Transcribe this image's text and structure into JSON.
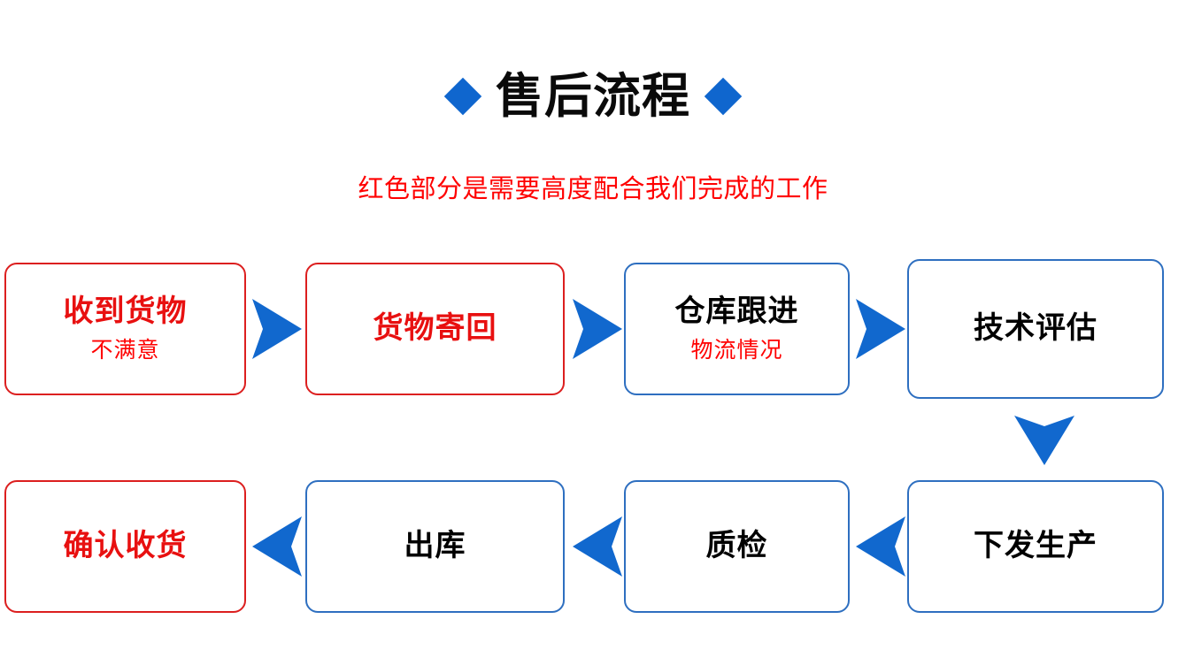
{
  "header": {
    "title": "售后流程",
    "left_diamond": "diamond-icon",
    "right_diamond": "diamond-icon",
    "subtitle": "红色部分是需要高度配合我们完成的工作",
    "title_color": "#0a0a0a",
    "subtitle_color": "#FF0000",
    "accent_blue": "#0F66CE"
  },
  "colors": {
    "blue_border": "#2E6FC0",
    "red_border": "#DC1F1F",
    "red_text": "#E81010",
    "black_text": "#000000",
    "arrow_blue": "#1168CE",
    "background": "#FFFFFF"
  },
  "flow": {
    "nodes": [
      {
        "id": "n1",
        "main": "收到货物",
        "sub": "不满意",
        "border": "red",
        "main_color": "red",
        "row": 1,
        "order": 1
      },
      {
        "id": "n2",
        "main": "货物寄回",
        "sub": "",
        "border": "red",
        "main_color": "red",
        "row": 1,
        "order": 2
      },
      {
        "id": "n3",
        "main": "仓库跟进",
        "sub": "物流情况",
        "border": "blue",
        "main_color": "black",
        "row": 1,
        "order": 3
      },
      {
        "id": "n4",
        "main": "技术评估",
        "sub": "",
        "border": "blue",
        "main_color": "black",
        "row": 1,
        "order": 4
      },
      {
        "id": "n5",
        "main": "确认收货",
        "sub": "",
        "border": "red",
        "main_color": "red",
        "row": 2,
        "order": 8
      },
      {
        "id": "n6",
        "main": "出库",
        "sub": "",
        "border": "blue",
        "main_color": "black",
        "row": 2,
        "order": 7
      },
      {
        "id": "n7",
        "main": "质检",
        "sub": "",
        "border": "blue",
        "main_color": "black",
        "row": 2,
        "order": 6
      },
      {
        "id": "n8",
        "main": "下发生产",
        "sub": "",
        "border": "blue",
        "main_color": "black",
        "row": 2,
        "order": 5
      }
    ],
    "arrows": [
      {
        "id": "a1",
        "direction": "right",
        "from": "收到货物",
        "to": "货物寄回"
      },
      {
        "id": "a2",
        "direction": "right",
        "from": "货物寄回",
        "to": "仓库跟进"
      },
      {
        "id": "a3",
        "direction": "right",
        "from": "仓库跟进",
        "to": "技术评估"
      },
      {
        "id": "a4",
        "direction": "down",
        "from": "技术评估",
        "to": "下发生产"
      },
      {
        "id": "a5",
        "direction": "left",
        "from": "出库",
        "to": "确认收货"
      },
      {
        "id": "a6",
        "direction": "left",
        "from": "质检",
        "to": "出库"
      },
      {
        "id": "a7",
        "direction": "left",
        "from": "下发生产",
        "to": "质检"
      }
    ]
  }
}
